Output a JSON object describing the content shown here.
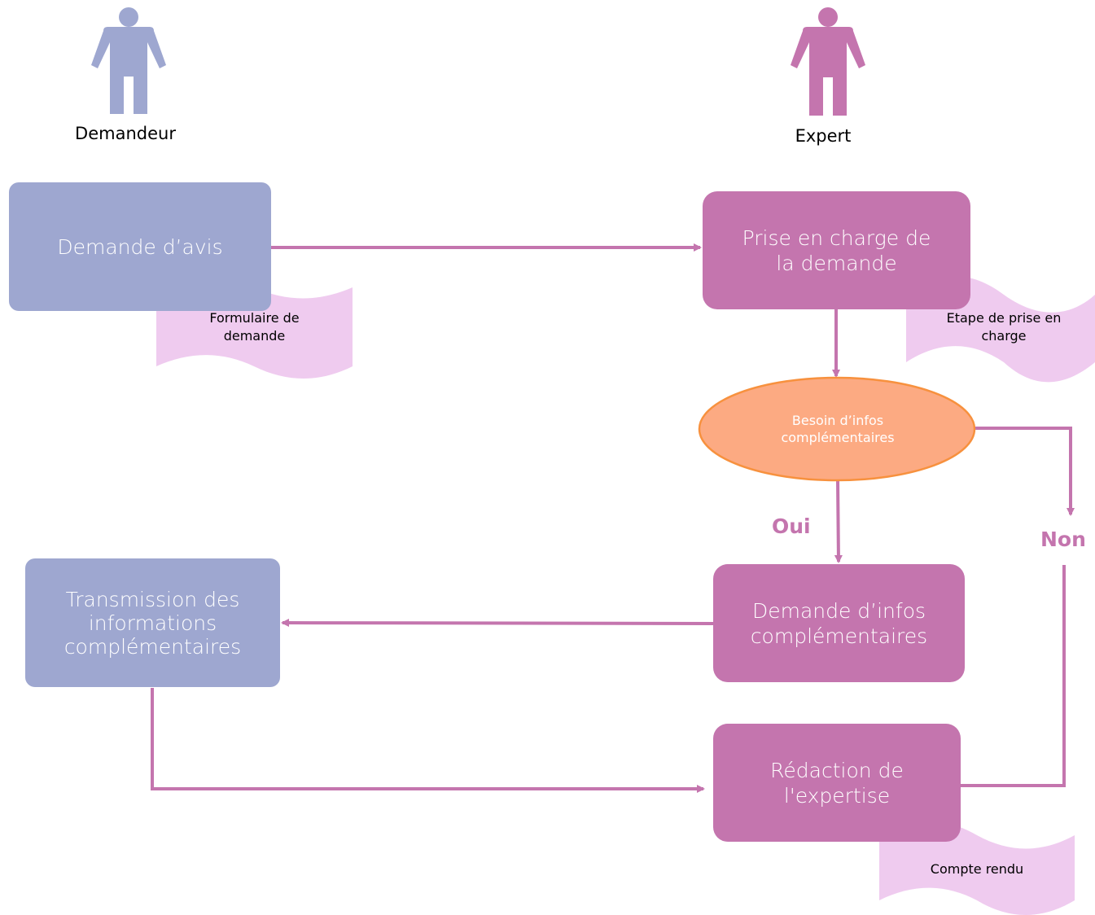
{
  "colors": {
    "requester": "#9ea7d0",
    "expert": "#c475ae",
    "document": "#efcbef",
    "decision_fill": "#fcaa82",
    "decision_stroke": "#f7913e",
    "arrow": "#c475ae"
  },
  "actors": {
    "requester": {
      "label": "Demandeur",
      "icon": "person-icon"
    },
    "expert": {
      "label": "Expert",
      "icon": "person-icon"
    }
  },
  "steps": {
    "demande_avis": [
      "Demande d’avis"
    ],
    "prise_en_charge": [
      "Prise en charge de",
      "la demande"
    ],
    "demande_infos": [
      "Demande d’infos",
      "complémentaires"
    ],
    "transmission": [
      "Transmission des",
      "informations",
      "complémentaires"
    ],
    "redaction": [
      "Rédaction de",
      "l'expertise"
    ]
  },
  "documents": {
    "formulaire": [
      "Formulaire de",
      "demande"
    ],
    "etape": [
      "Etape de prise en",
      "charge"
    ],
    "compte_rendu": [
      "Compte rendu"
    ]
  },
  "decision": {
    "label": [
      "Besoin d’infos",
      "complémentaires"
    ],
    "yes": "Oui",
    "no": "Non"
  }
}
